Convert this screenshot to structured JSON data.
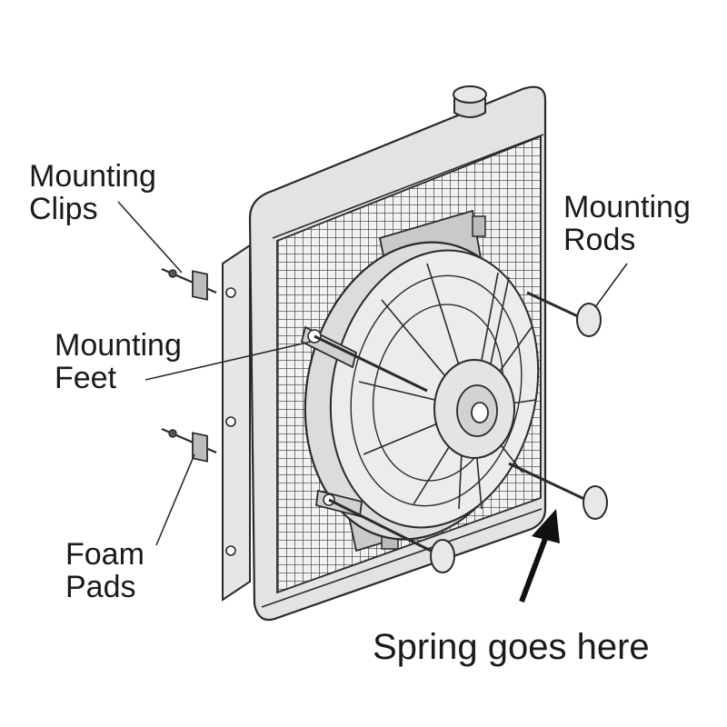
{
  "labels": {
    "mounting_clips": [
      "Mounting",
      "Clips"
    ],
    "mounting_feet": [
      "Mounting",
      "Feet"
    ],
    "foam_pads": [
      "Foam",
      "Pads"
    ],
    "mounting_rods": [
      "Mounting",
      "Rods"
    ],
    "spring_note": "Spring goes here"
  },
  "colors": {
    "line": "#2a2a2a",
    "fill_light": "#e6e6e6",
    "fill_mid": "#cfcfcf",
    "fill_dark": "#a9a9a9",
    "background": "#ffffff"
  }
}
